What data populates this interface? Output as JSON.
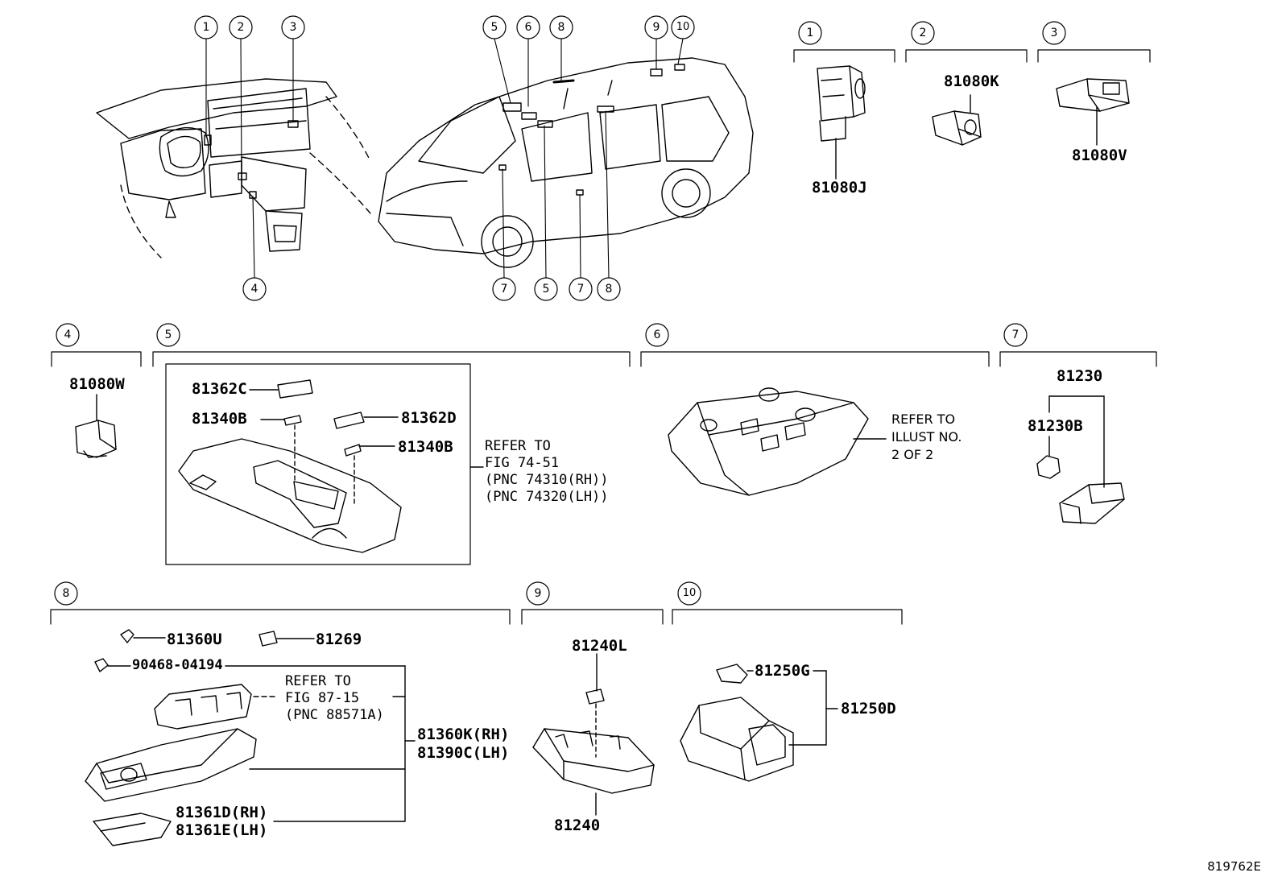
{
  "callouts": [
    "1",
    "2",
    "3",
    "4",
    "5",
    "6",
    "7",
    "8",
    "9",
    "10"
  ],
  "parts": {
    "p81080J": "81080J",
    "p81080K": "81080K",
    "p81080V": "81080V",
    "p81080W": "81080W",
    "p81362C": "81362C",
    "p81340B_a": "81340B",
    "p81362D": "81362D",
    "p81340B_b": "81340B",
    "p81230": "81230",
    "p81230B": "81230B",
    "p81360U": "81360U",
    "p81269": "81269",
    "p90468": "90468-04194",
    "p81360K": "81360K(RH)",
    "p81390C": "81390C(LH)",
    "p81361D": "81361D(RH)",
    "p81361E": "81361E(LH)",
    "p81240L": "81240L",
    "p81240": "81240",
    "p81250G": "81250G",
    "p81250D": "81250D"
  },
  "notes": {
    "fig7451": "REFER TO\nFIG 74-51\n(PNC 74310(RH))\n(PNC 74320(LH))",
    "illust": "REFER TO\nILLUST NO.\n2 OF 2",
    "fig8715": "REFER TO\nFIG 87-15\n(PNC 88571A)"
  },
  "diagram_id": "819762E"
}
